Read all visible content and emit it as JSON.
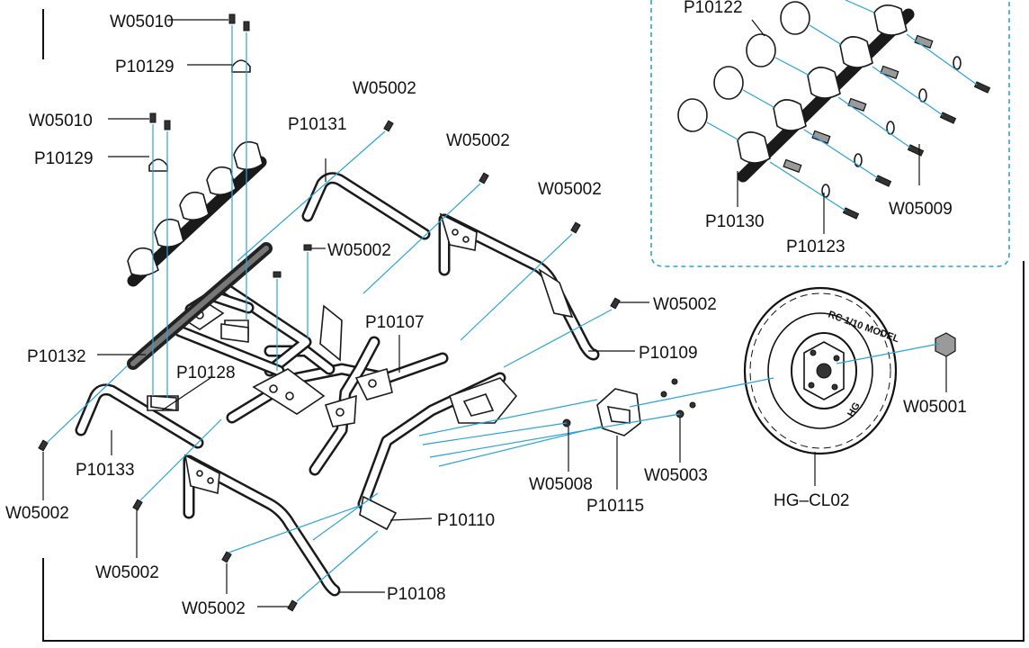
{
  "labels": {
    "w05010_top": "W05010",
    "p10129_top": "P10129",
    "w05010_left": "W05010",
    "p10129_left": "P10129",
    "w05002_a": "W05002",
    "p10131": "P10131",
    "w05002_b": "W05002",
    "w05002_c": "W05002",
    "w05002_d": "W05002",
    "w05002_e": "W05002",
    "p10107": "P10107",
    "p10109": "P10109",
    "p10132": "P10132",
    "p10128": "P10128",
    "p10133": "P10133",
    "w05002_f": "W05002",
    "w05002_g": "W05002",
    "w05002_h": "W05002",
    "p10110": "P10110",
    "p10108": "P10108",
    "w05008": "W05008",
    "p10115": "P10115",
    "w05003": "W05003",
    "hg_cl02": "HG–CL02",
    "w05001": "W05001",
    "p10122": "P10122",
    "p10130": "P10130",
    "p10123": "P10123",
    "w05009": "W05009"
  },
  "colors": {
    "guide_line": "#2aa3d6",
    "ink": "#111111",
    "inset_border": "#2aa3d6",
    "background": "#ffffff"
  },
  "tire_text": {
    "sidewall": "RC 1/10 MODEL",
    "brand": "HG"
  }
}
